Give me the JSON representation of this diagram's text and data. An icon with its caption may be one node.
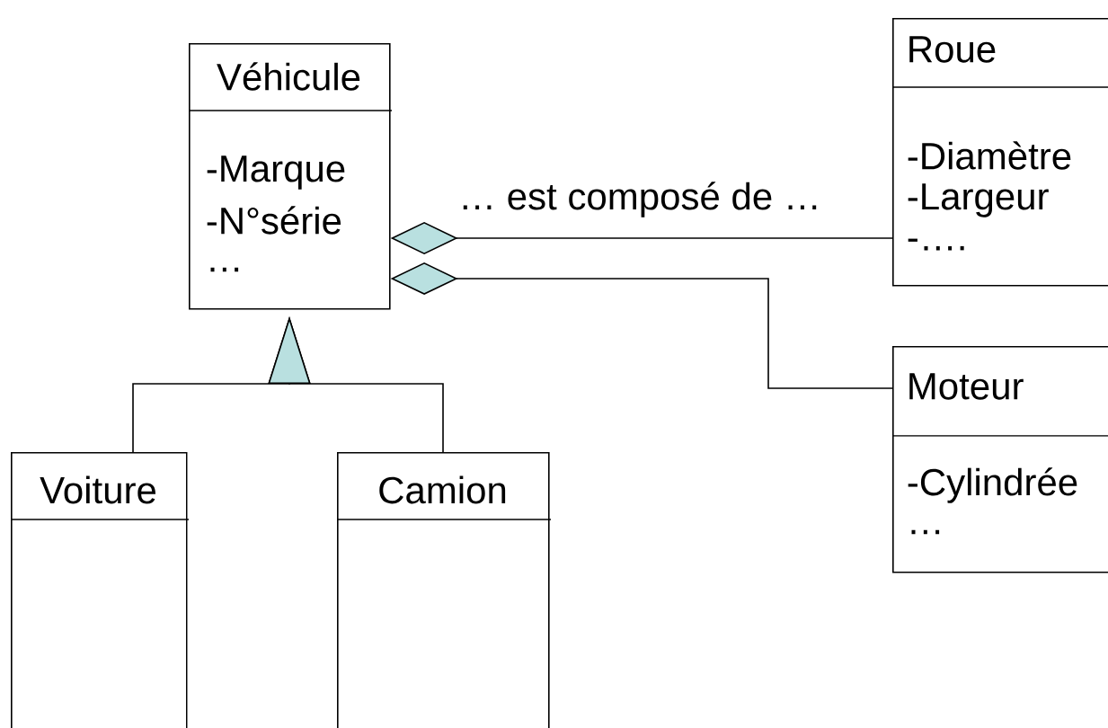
{
  "diagram": {
    "nodes": [
      {
        "text": [
          "Véhicule",
          "-Marque",
          "-N°série",
          "…"
        ]
      },
      {
        "text": [
          "Roue",
          "-Diamètre",
          "-Largeur",
          "-…."
        ]
      },
      {
        "text": [
          "Moteur",
          "-Cylindrée",
          "…"
        ]
      },
      {
        "text": [
          "Voiture"
        ]
      },
      {
        "text": [
          "Camion"
        ]
      }
    ],
    "edges": [
      {
        "from": 0,
        "to": 1,
        "arrow": "other",
        "label": "… est composé de …"
      },
      {
        "from": 0,
        "to": 2,
        "arrow": "other"
      },
      {
        "from": 3,
        "to": 0,
        "arrow": "to"
      },
      {
        "from": 4,
        "to": 0,
        "arrow": "to"
      }
    ]
  }
}
